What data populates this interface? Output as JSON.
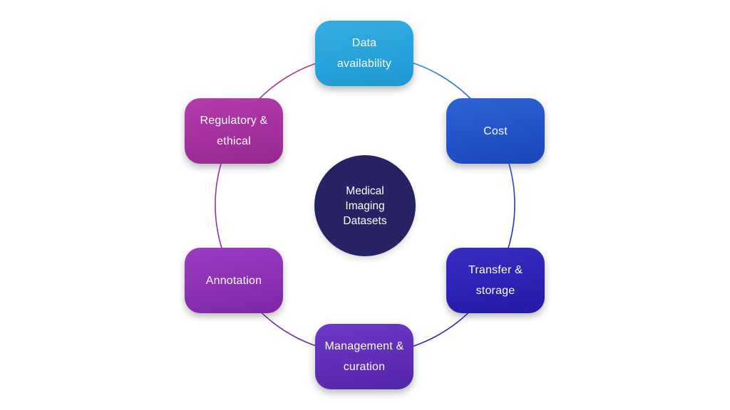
{
  "diagram": {
    "kind": "cycle-diagram",
    "background": "#FFFFFF",
    "center": {
      "id": "medical-imaging-datasets",
      "lines": [
        "Medical",
        "Imaging",
        "Datasets"
      ],
      "color": "#262264",
      "text_color": "#FFFFFF"
    },
    "nodes": [
      {
        "id": "data-availability",
        "position": "top",
        "lines": [
          "Data",
          "availability"
        ],
        "color": "#27A3DB"
      },
      {
        "id": "cost",
        "position": "top-right",
        "lines": [
          "Cost"
        ],
        "color": "#2253C7"
      },
      {
        "id": "transfer-storage",
        "position": "bottom-right",
        "lines": [
          "Transfer &",
          "storage"
        ],
        "color": "#2C22B3"
      },
      {
        "id": "management-curation",
        "position": "bottom",
        "lines": [
          "Management &",
          "curation"
        ],
        "color": "#5F2EB6"
      },
      {
        "id": "annotation",
        "position": "bottom-left",
        "lines": [
          "Annotation"
        ],
        "color": "#8C30B5"
      },
      {
        "id": "regulatory-ethical",
        "position": "top-left",
        "lines": [
          "Regulatory &",
          "ethical"
        ],
        "color": "#A4309E"
      }
    ],
    "ring": {
      "shape": "circle",
      "gradient_colors": [
        "#35A9DA",
        "#2456C8",
        "#2C23B4",
        "#5C2DB4",
        "#8C30B5",
        "#A4309E",
        "#B03C85"
      ]
    }
  }
}
